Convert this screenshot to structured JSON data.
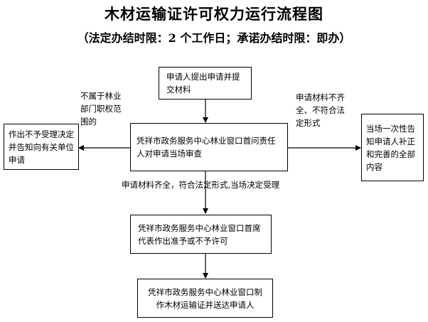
{
  "title": "木材运输证许可权力运行流程图",
  "subtitle": "（法定办结时限：2 个工作日；承诺办结时限：即办）",
  "nodes": {
    "apply": "申请人提出申请并提交材料",
    "review": "凭祥市政务服务中心林业窗口首问责任人对申请当场审查",
    "reject": "作出不予受理决定并告知向有关单位申请",
    "supplement": "当场一次性告知申请人补正和完善的全部内容",
    "decide": "凭祥市政务服务中心林业窗口首席代表作出准予或不予许可",
    "issue": "凭祥市政务服务中心林业窗口制作木材运输证并送达申请人"
  },
  "edge_labels": {
    "not_forestry": "不属于林业部门职权范围的",
    "incomplete": "申请材料不齐全、不符合法定形式",
    "complete": "申请材料齐全，符合法定形式,当场决定受理"
  }
}
